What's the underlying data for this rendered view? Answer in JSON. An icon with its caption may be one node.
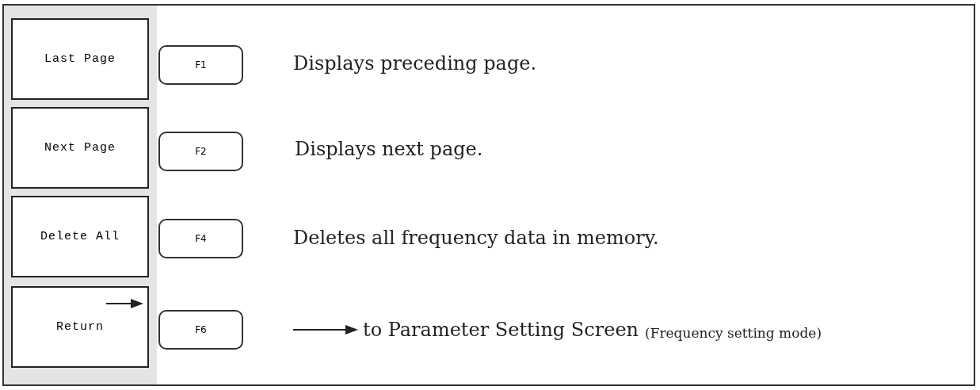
{
  "diagram": {
    "nodes": [
      {
        "text": [
          "Last Page"
        ]
      },
      {
        "text": [
          "F1"
        ]
      },
      {
        "text": [
          "Next Page"
        ]
      },
      {
        "text": [
          "F2"
        ]
      },
      {
        "text": [
          "Delete All"
        ]
      },
      {
        "text": [
          "F4"
        ]
      },
      {
        "text": [
          "Return"
        ]
      },
      {
        "text": [
          "F6"
        ]
      }
    ],
    "labels": [
      "Displays preceding page.",
      "Displays next page.",
      "Deletes all frequency data in memory.",
      "to Parameter Setting Screen",
      "(Frequency setting mode)"
    ]
  }
}
